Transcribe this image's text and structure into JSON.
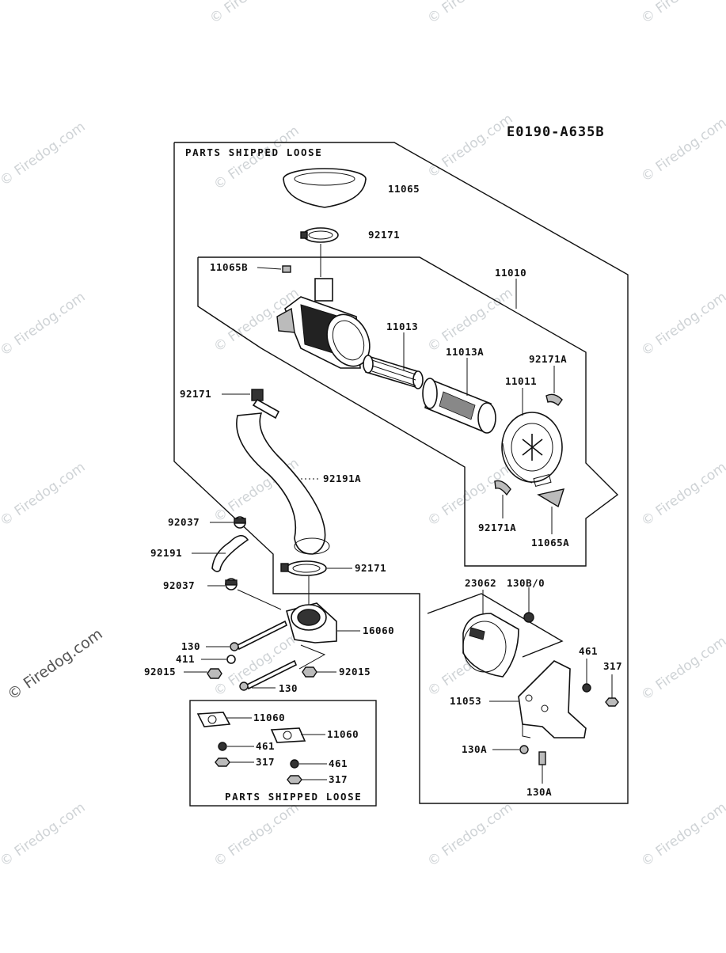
{
  "diagram_code": "E0190-A635B",
  "box_headers": {
    "top": "PARTS SHIPPED LOOSE",
    "bottom": "PARTS SHIPPED LOOSE"
  },
  "watermark": {
    "text": "© Firedog.com"
  },
  "part_labels": {
    "p11065": "11065",
    "p92171_top": "92171",
    "p11065B": "11065B",
    "p11010": "11010",
    "p11013": "11013",
    "p11013A": "11013A",
    "p92171A_top": "92171A",
    "p11011": "11011",
    "p92171_left": "92171",
    "p92191A": "92191A",
    "p92171A_bot": "92171A",
    "p11065A": "11065A",
    "p92037_top": "92037",
    "p92191": "92191",
    "p92037_bot": "92037",
    "p92171_mid": "92171",
    "p16060": "16060",
    "p130_top": "130",
    "p411": "411",
    "p92015_left": "92015",
    "p92015_right": "92015",
    "p130_bot": "130",
    "p23062": "23062",
    "p130B0": "130B/0",
    "p461_r": "461",
    "p317_r": "317",
    "p11053": "11053",
    "p130A_a": "130A",
    "p130A_b": "130A",
    "p11060_a": "11060",
    "p11060_b": "11060",
    "p461_a": "461",
    "p317_a": "317",
    "p461_b": "461",
    "p317_b": "317"
  }
}
